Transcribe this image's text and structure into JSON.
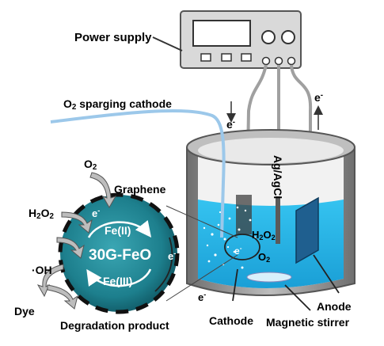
{
  "labels": {
    "power_supply": "Power supply",
    "o2_sparging": {
      "pre": "O",
      "sub": "2",
      "post": " sparging cathode"
    },
    "graphene": "Graphene",
    "o2_top": {
      "pre": "O",
      "sub": "2"
    },
    "h2o2_left": {
      "pre": "H",
      "sub1": "2",
      "mid": "O",
      "sub2": "2"
    },
    "oh_radical": "·OH",
    "dye": "Dye",
    "degradation_product": "Degradation product",
    "fe2": "Fe(II)",
    "fe3": "Fe(III)",
    "catalyst": "30G-FeO",
    "electron": {
      "base": "e",
      "sup": "-"
    },
    "ag_agcl": "Ag/AgCl",
    "h2o2_beaker": {
      "pre": "H",
      "sub1": "2",
      "mid": "O",
      "sub2": "2"
    },
    "o2_beaker": {
      "pre": "O",
      "sub": "2"
    },
    "cathode": "Cathode",
    "anode": "Anode",
    "magnetic_stirrer": "Magnetic stirrer"
  },
  "colors": {
    "liquid": "#2bb6e6",
    "sphere": "#1c7f8c",
    "sparge_tube": "#9cc8ea",
    "wire": "#a8a8a8",
    "anode_plate": "#1f5f8f"
  },
  "icons": [
    "power-supply-device",
    "meter-dial-icon",
    "arrow-icon",
    "stirrer-bar"
  ]
}
